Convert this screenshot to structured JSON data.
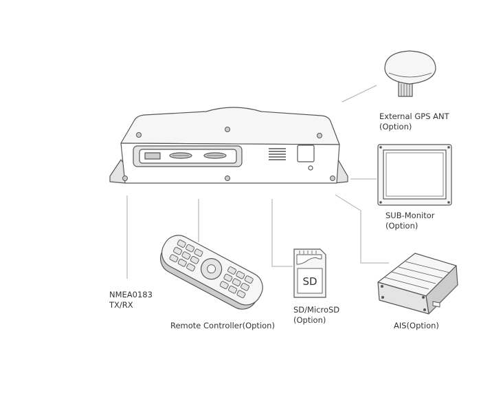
{
  "labels": {
    "gps": {
      "line1": "External GPS ANT",
      "line2": "(Option)"
    },
    "sub_monitor": {
      "line1": "SUB-Monitor",
      "line2": "(Option)"
    },
    "nmea": {
      "line1": "NMEA0183",
      "line2": "TX/RX"
    },
    "remote": {
      "line1": "Remote Controller(Option)"
    },
    "sd": {
      "line1": "SD/MicroSD",
      "line2": "(Option)"
    },
    "ais": {
      "line1": "AIS(Option)"
    }
  },
  "sd_card_text": "SD",
  "colors": {
    "stroke": "#555555",
    "connector": "#aaaaaa",
    "fill_light": "#f6f6f6",
    "fill_mid": "#e4e4e4",
    "fill_dark": "#cccccc",
    "text": "#333333"
  }
}
